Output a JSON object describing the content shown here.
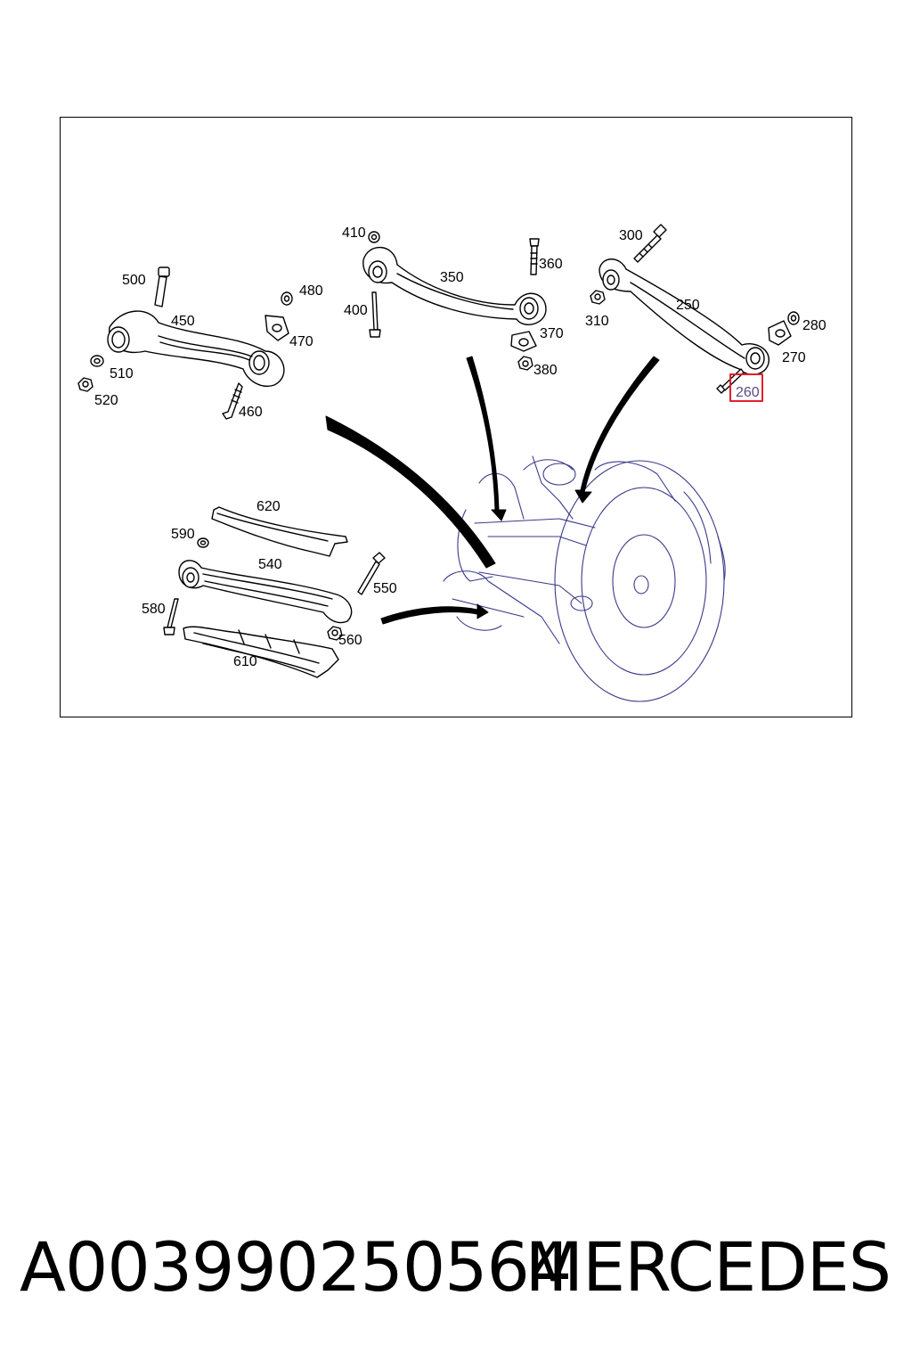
{
  "diagram": {
    "callouts": {
      "c250": "250",
      "c260": "260",
      "c270": "270",
      "c280": "280",
      "c300": "300",
      "c310": "310",
      "c350": "350",
      "c360": "360",
      "c370": "370",
      "c380": "380",
      "c400": "400",
      "c410": "410",
      "c450": "450",
      "c460": "460",
      "c470": "470",
      "c480": "480",
      "c500": "500",
      "c510": "510",
      "c520": "520",
      "c540": "540",
      "c550": "550",
      "c560": "560",
      "c580": "580",
      "c590": "590",
      "c610": "610",
      "c620": "620"
    },
    "highlighted_callout": "260",
    "highlight_color": "#e0202a",
    "hub_line_color": "#3a3a8a"
  },
  "footer": {
    "part_number": "A003990250564",
    "brand": "MERCEDES"
  }
}
